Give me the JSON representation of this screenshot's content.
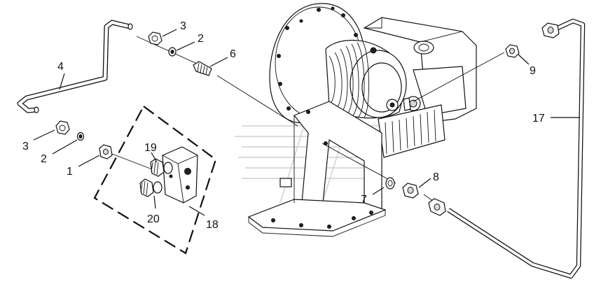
{
  "callouts": [
    {
      "id": "c1",
      "text": "1"
    },
    {
      "id": "c2a",
      "text": "2"
    },
    {
      "id": "c2b",
      "text": "2"
    },
    {
      "id": "c3a",
      "text": "3"
    },
    {
      "id": "c3b",
      "text": "3"
    },
    {
      "id": "c4",
      "text": "4"
    },
    {
      "id": "c6",
      "text": "6"
    },
    {
      "id": "c7",
      "text": "7"
    },
    {
      "id": "c8",
      "text": "8"
    },
    {
      "id": "c9",
      "text": "9"
    },
    {
      "id": "c17",
      "text": "17"
    },
    {
      "id": "c18",
      "text": "18"
    },
    {
      "id": "c19",
      "text": "19"
    },
    {
      "id": "c20",
      "text": "20"
    }
  ]
}
